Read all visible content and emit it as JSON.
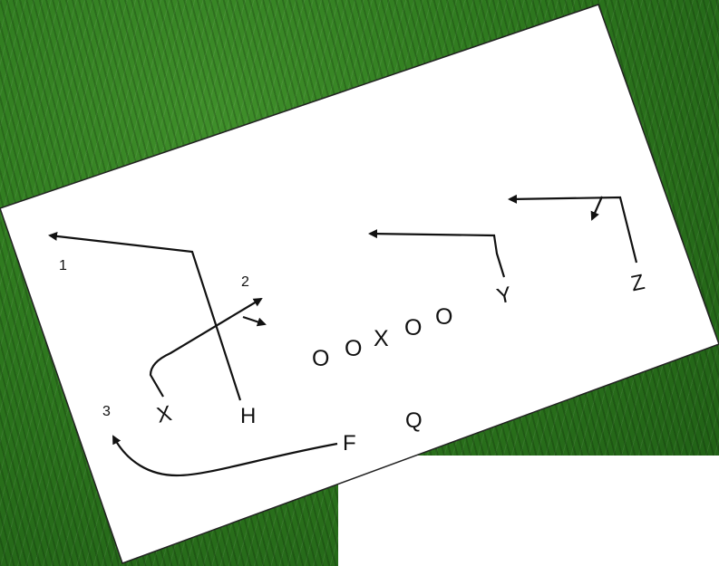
{
  "players": {
    "x": "X",
    "h": "H",
    "f": "F",
    "q": "Q",
    "y": "Y",
    "z": "Z",
    "line": [
      "O",
      "O",
      "X",
      "O",
      "O"
    ]
  },
  "route_numbers": [
    "1",
    "2",
    "3"
  ],
  "colors": {
    "card": "#ffffff",
    "ink": "#111111",
    "grass": "#2f7a1f"
  }
}
